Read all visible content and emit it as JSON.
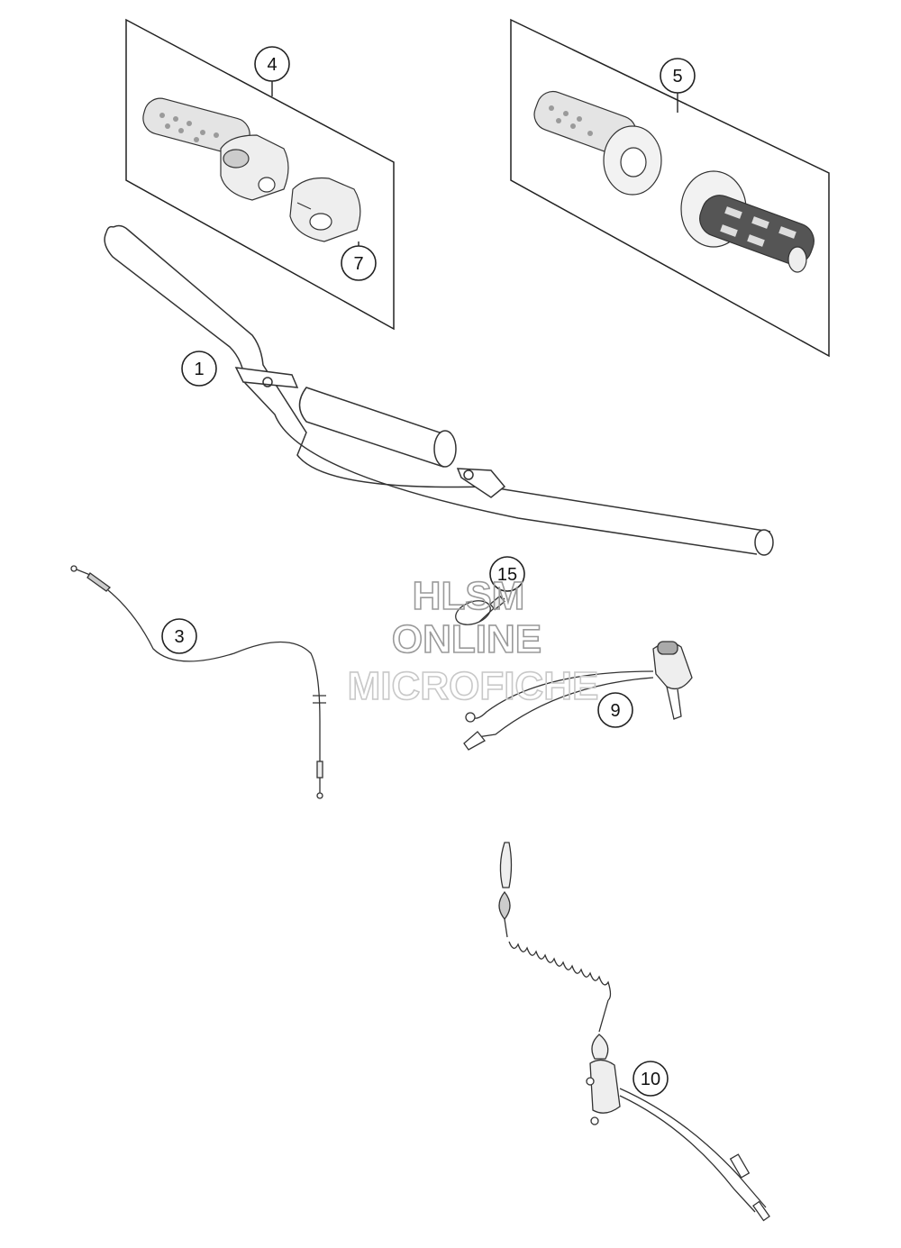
{
  "callouts": [
    {
      "id": "c1",
      "label": "1"
    },
    {
      "id": "c3",
      "label": "3"
    },
    {
      "id": "c4",
      "label": "4"
    },
    {
      "id": "c5",
      "label": "5"
    },
    {
      "id": "c7",
      "label": "7"
    },
    {
      "id": "c9",
      "label": "9"
    },
    {
      "id": "c10",
      "label": "10"
    },
    {
      "id": "c15",
      "label": "15"
    }
  ],
  "watermark": {
    "line1": "HLSM",
    "line2": "ONLINE",
    "line3": "MICROFICHE",
    "color": "#9a9a9a"
  },
  "colors": {
    "line": "#333333",
    "inset_border": "#222222",
    "grip_fill": "#e4e4e4"
  }
}
